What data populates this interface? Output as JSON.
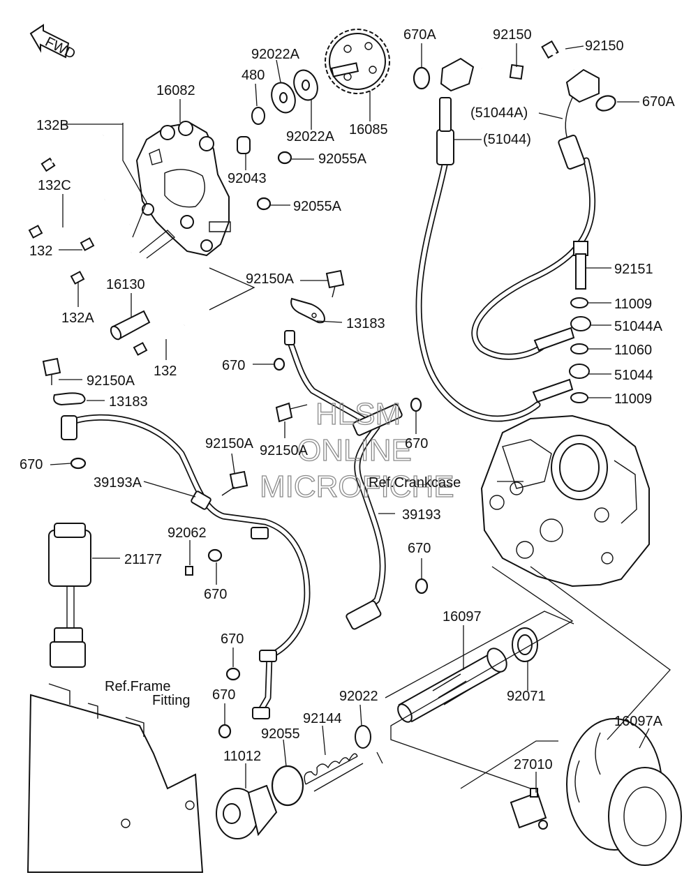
{
  "fwd_label": "FWD",
  "watermark": [
    "HLSM",
    "ONLINE",
    "MICROFICHE"
  ],
  "ref_labels": {
    "crankcase": "Ref.Crankcase",
    "frame_line1": "Ref.Frame",
    "frame_line2": "Fitting"
  },
  "callouts": {
    "p670A_a": "670A",
    "p92150_a": "92150",
    "p92150_b": "92150",
    "p670A_b": "670A",
    "p51044A_paren": "(51044A)",
    "p51044_paren": "(51044)",
    "p92022A_top": "92022A",
    "p480": "480",
    "p16082": "16082",
    "p92022A_bot": "92022A",
    "p16085": "16085",
    "p132B": "132B",
    "p92055A_a": "92055A",
    "p92043": "92043",
    "p132C": "132C",
    "p92055A_b": "92055A",
    "p132_a": "132",
    "p16130": "16130",
    "p132A": "132A",
    "p132_b": "132",
    "p92150A_a": "92150A",
    "p13183_a": "13183",
    "p92151": "92151",
    "p11009_a": "11009",
    "p51044A": "51044A",
    "p11060": "11060",
    "p51044": "51044",
    "p11009_b": "11009",
    "p670_a": "670",
    "p92150A_b": "92150A",
    "p13183_b": "13183",
    "p670_b": "670",
    "p670_c": "670",
    "p92150A_c": "92150A",
    "p39193A": "39193A",
    "p92150A_d": "92150A",
    "p39193": "39193",
    "p92062": "92062",
    "p21177": "21177",
    "p670_d": "670",
    "p670_e": "670",
    "p16097": "16097",
    "p670_f": "670",
    "p92071": "92071",
    "p670_g": "670",
    "p92022": "92022",
    "p92144": "92144",
    "p92055": "92055",
    "p11012": "11012",
    "p16097A": "16097A",
    "p27010": "27010"
  }
}
